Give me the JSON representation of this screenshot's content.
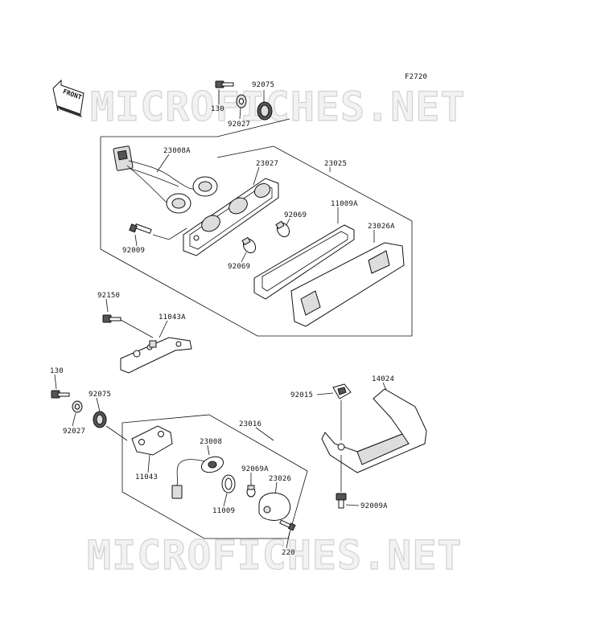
{
  "figure_code": "F2720",
  "front_label": "FRONT",
  "watermark": "MICROFICHES.NET",
  "parts": {
    "p130_top": "130",
    "p92075_top": "92075",
    "p92027_top": "92027",
    "p23008A": "23008A",
    "p23027": "23027",
    "p23025": "23025",
    "p11009A": "11009A",
    "p92069_top": "92069",
    "p23026A": "23026A",
    "p92009": "92009",
    "p92069_mid": "92069",
    "p92150": "92150",
    "p11043A": "11043A",
    "p130_bot": "130",
    "p92075_bot": "92075",
    "p92027_bot": "92027",
    "p23016": "23016",
    "p23008": "23008",
    "p11043": "11043",
    "p92069A": "92069A",
    "p23026": "23026",
    "p11009": "11009",
    "p220": "220",
    "p92015": "92015",
    "p14024": "14024",
    "p92009A": "92009A"
  }
}
